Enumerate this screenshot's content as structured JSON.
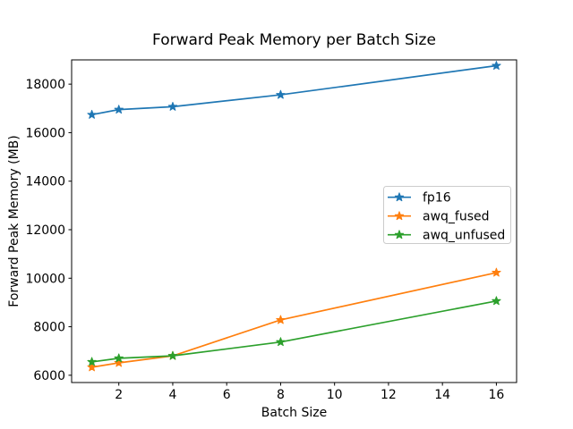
{
  "chart_data": {
    "type": "line",
    "title": "Forward Peak Memory per Batch Size",
    "xlabel": "Batch Size",
    "ylabel": "Forward Peak Memory (MB)",
    "x": [
      1,
      2,
      4,
      8,
      16
    ],
    "series": [
      {
        "name": "fp16",
        "color": "#1f77b4",
        "marker": "star",
        "values": [
          16740,
          16950,
          17070,
          17560,
          18760
        ]
      },
      {
        "name": "awq_fused",
        "color": "#ff7f0e",
        "marker": "star",
        "values": [
          6330,
          6510,
          6800,
          8280,
          10230
        ]
      },
      {
        "name": "awq_unfused",
        "color": "#2ca02c",
        "marker": "star",
        "values": [
          6550,
          6700,
          6800,
          7370,
          9060
        ]
      }
    ],
    "xticks": [
      2,
      4,
      6,
      8,
      10,
      12,
      14,
      16
    ],
    "yticks": [
      6000,
      8000,
      10000,
      12000,
      14000,
      16000,
      18000
    ],
    "xlim": [
      0.25,
      16.75
    ],
    "ylim": [
      5700,
      19000
    ],
    "grid": false,
    "legend": {
      "position": "center right",
      "entries": [
        "fp16",
        "awq_fused",
        "awq_unfused"
      ]
    },
    "frame_color": "#000000",
    "legend_border_color": "#cccccc"
  }
}
